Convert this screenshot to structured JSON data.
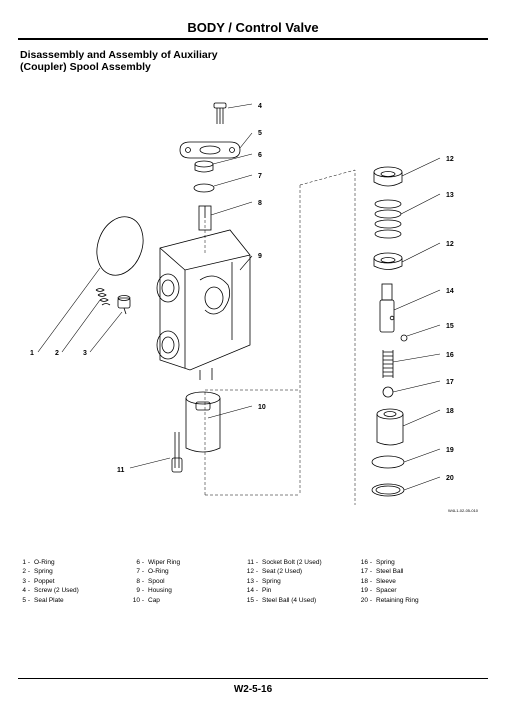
{
  "header": {
    "title": "BODY / Control Valve"
  },
  "section": {
    "title_line1": "Disassembly and Assembly of Auxiliary",
    "title_line2": "(Coupler) Spool Assembly"
  },
  "figure": {
    "code": "W4L1-02-05-010",
    "callouts": [
      "1",
      "2",
      "3",
      "4",
      "5",
      "6",
      "7",
      "8",
      "9",
      "10",
      "11",
      "12",
      "13",
      "12",
      "14",
      "15",
      "16",
      "17",
      "18",
      "19",
      "20"
    ]
  },
  "legend": {
    "col1": [
      {
        "num": "1 -",
        "label": "O-Ring"
      },
      {
        "num": "2 -",
        "label": "Spring"
      },
      {
        "num": "3 -",
        "label": "Poppet"
      },
      {
        "num": "4 -",
        "label": "Screw (2 Used)"
      },
      {
        "num": "5 -",
        "label": "Seal Plate"
      }
    ],
    "col2": [
      {
        "num": "6 -",
        "label": "Wiper Ring"
      },
      {
        "num": "7 -",
        "label": "O-Ring"
      },
      {
        "num": "8 -",
        "label": "Spool"
      },
      {
        "num": "9 -",
        "label": "Housing"
      },
      {
        "num": "10 -",
        "label": "Cap"
      }
    ],
    "col3": [
      {
        "num": "11 -",
        "label": "Socket Bolt (2 Used)"
      },
      {
        "num": "12 -",
        "label": "Seat (2 Used)"
      },
      {
        "num": "13 -",
        "label": "Spring"
      },
      {
        "num": "14 -",
        "label": "Pin"
      },
      {
        "num": "15 -",
        "label": "Steel Ball (4 Used)"
      }
    ],
    "col4": [
      {
        "num": "16 -",
        "label": "Spring"
      },
      {
        "num": "17 -",
        "label": "Steel Ball"
      },
      {
        "num": "18 -",
        "label": "Sleeve"
      },
      {
        "num": "19 -",
        "label": "Spacer"
      },
      {
        "num": "20 -",
        "label": "Retaining Ring"
      }
    ]
  },
  "footer": {
    "page_number": "W2-5-16"
  }
}
